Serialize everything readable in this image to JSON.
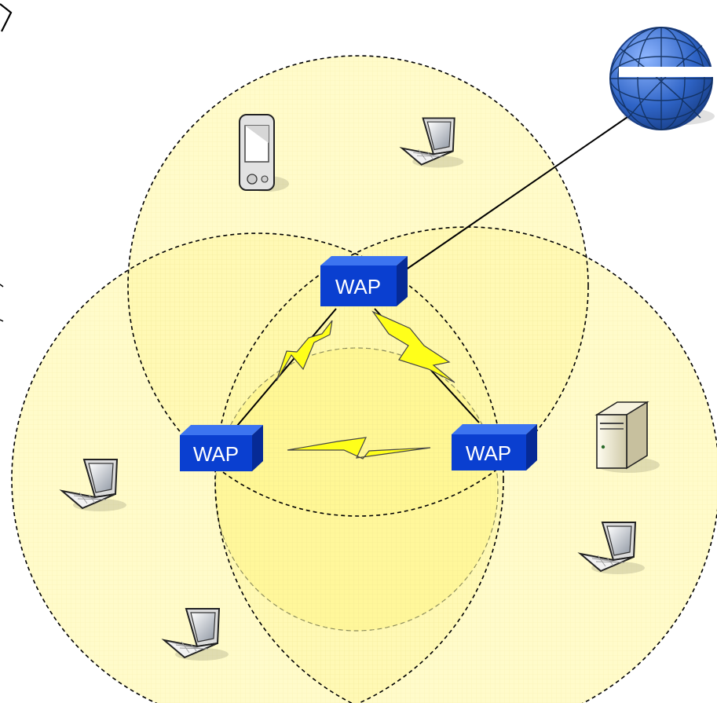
{
  "colors": {
    "coverage_fill": "#fff8a6",
    "coverage_stroke": "#000000",
    "wap_front": "#0a3fd0",
    "wap_top": "#3c74f0",
    "wap_side": "#062a96",
    "wireless_link": "#ffff1a",
    "globe": "#2f64c6"
  },
  "access_points": [
    {
      "label": "WAP",
      "icon": "wap-box-icon"
    },
    {
      "label": "WAP",
      "icon": "wap-box-icon"
    },
    {
      "label": "WAP",
      "icon": "wap-box-icon"
    }
  ],
  "devices": {
    "internet": "globe-icon",
    "pda": "pda-icon",
    "server": "server-tower-icon",
    "laptop": "laptop-icon"
  }
}
